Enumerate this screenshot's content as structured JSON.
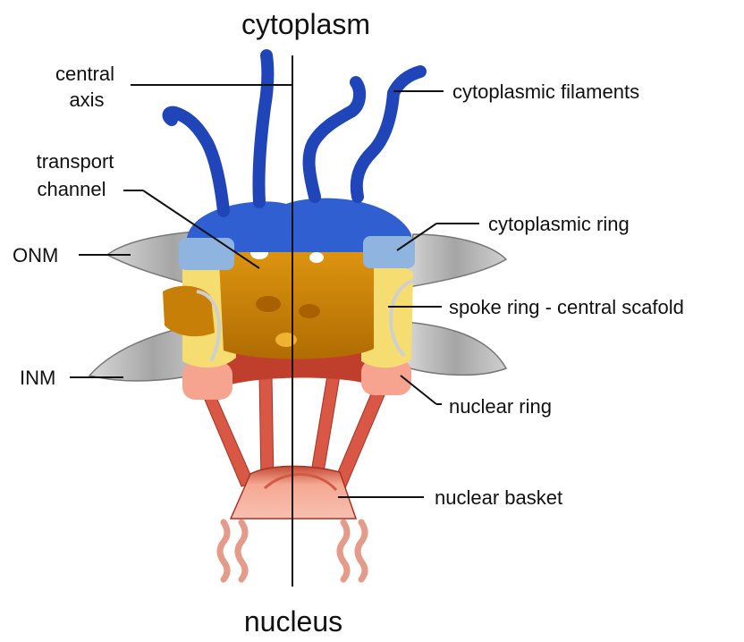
{
  "title_top": "cytoplasm",
  "title_bottom": "nucleus",
  "labels": {
    "central_axis_line1": "central",
    "central_axis_line2": "axis",
    "transport_line1": "transport",
    "transport_line2": "channel",
    "onm": "ONM",
    "inm": "INM",
    "cytoplasmic_filaments": "cytoplasmic filaments",
    "cytoplasmic_ring": "cytoplasmic ring",
    "spoke_ring": "spoke ring - central scafold",
    "nuclear_ring": "nuclear ring",
    "nuclear_basket": "nuclear basket"
  },
  "colors": {
    "filament_blue": "#1f45b8",
    "cyto_ring_blue": "#2f5fd0",
    "light_blue": "#8fb4df",
    "spoke_gold": "#d48a08",
    "spoke_yellow": "#f6dd72",
    "nuclear_red": "#c84630",
    "nuclear_pink": "#f3a08e",
    "membrane_gray": "#9a9a9a"
  }
}
